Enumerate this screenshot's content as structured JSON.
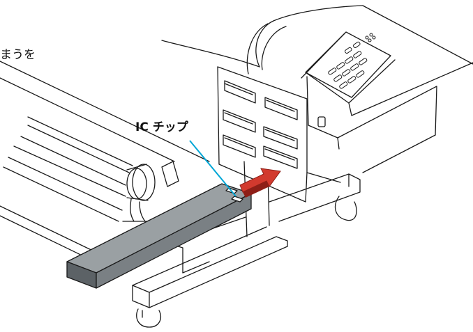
{
  "instruction": {
    "partial_text": "まうを"
  },
  "callout": {
    "ic_chip_label": "IC チップ"
  },
  "colors": {
    "outline": "#1a1a1a",
    "cartridge_fill": "#9aa0a3",
    "cartridge_dark": "#5c6266",
    "leader_line": "#00a6d6",
    "arrow": "#d23a2e",
    "arrow_dark": "#8e1f17"
  },
  "icons": {
    "arrow": "insert-direction-arrow",
    "ic_chip": "ic-chip-icon"
  }
}
